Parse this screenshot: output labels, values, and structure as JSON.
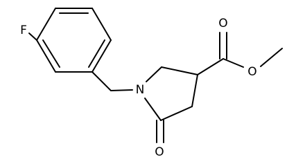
{
  "molecule": {
    "atoms": {
      "fluorine": "F",
      "nitrogen": "N",
      "ester_carbonyl_oxygen": "O",
      "ester_methoxy_oxygen": "O",
      "lactam_oxygen": "O"
    },
    "colors": {
      "bond": "#000000",
      "background": "#ffffff"
    }
  }
}
